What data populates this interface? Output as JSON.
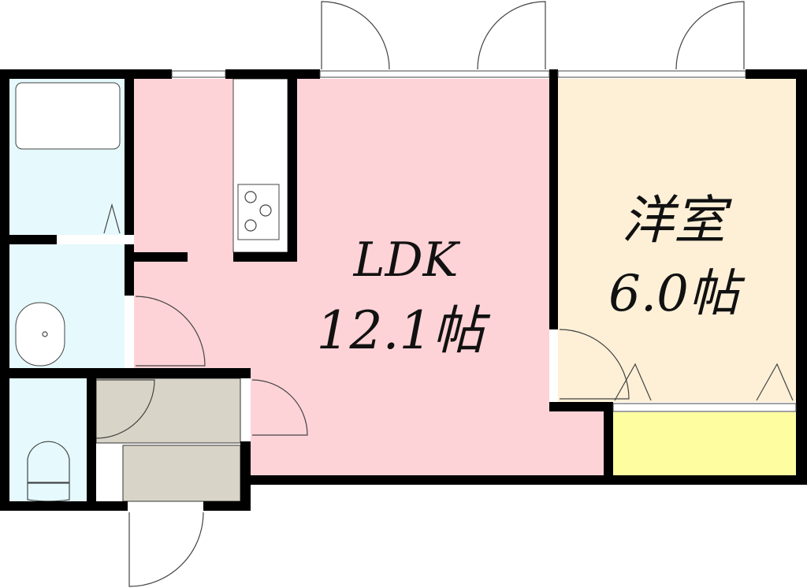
{
  "rooms": {
    "ldk": {
      "name": "LDK",
      "size": "12.1帖",
      "color": "#fdd3d7"
    },
    "western": {
      "name": "洋室",
      "size": "6.0帖",
      "color": "#fdf0d7"
    },
    "closet": {
      "color": "#fefea0"
    },
    "wet_area": {
      "color": "#e6f9fd"
    },
    "entrance": {
      "color": "#d8d5c8"
    }
  }
}
